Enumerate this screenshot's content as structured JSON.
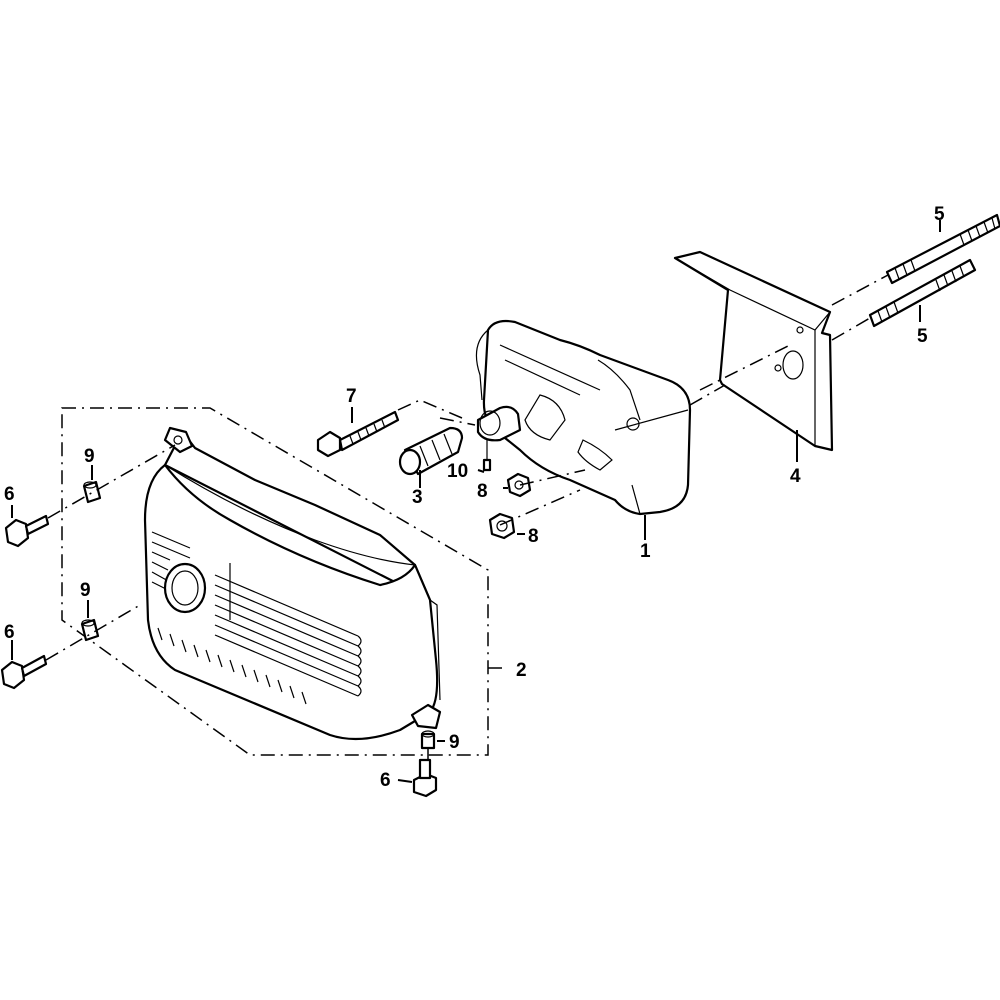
{
  "callouts": {
    "c1": "1",
    "c2": "2",
    "c3": "3",
    "c4": "4",
    "c5a": "5",
    "c5b": "5",
    "c6a": "6",
    "c6b": "6",
    "c6c": "6",
    "c7": "7",
    "c8a": "8",
    "c8b": "8",
    "c9a": "9",
    "c9b": "9",
    "c9c": "9",
    "c10": "10"
  },
  "colors": {
    "line": "#000000",
    "background": "#ffffff"
  }
}
